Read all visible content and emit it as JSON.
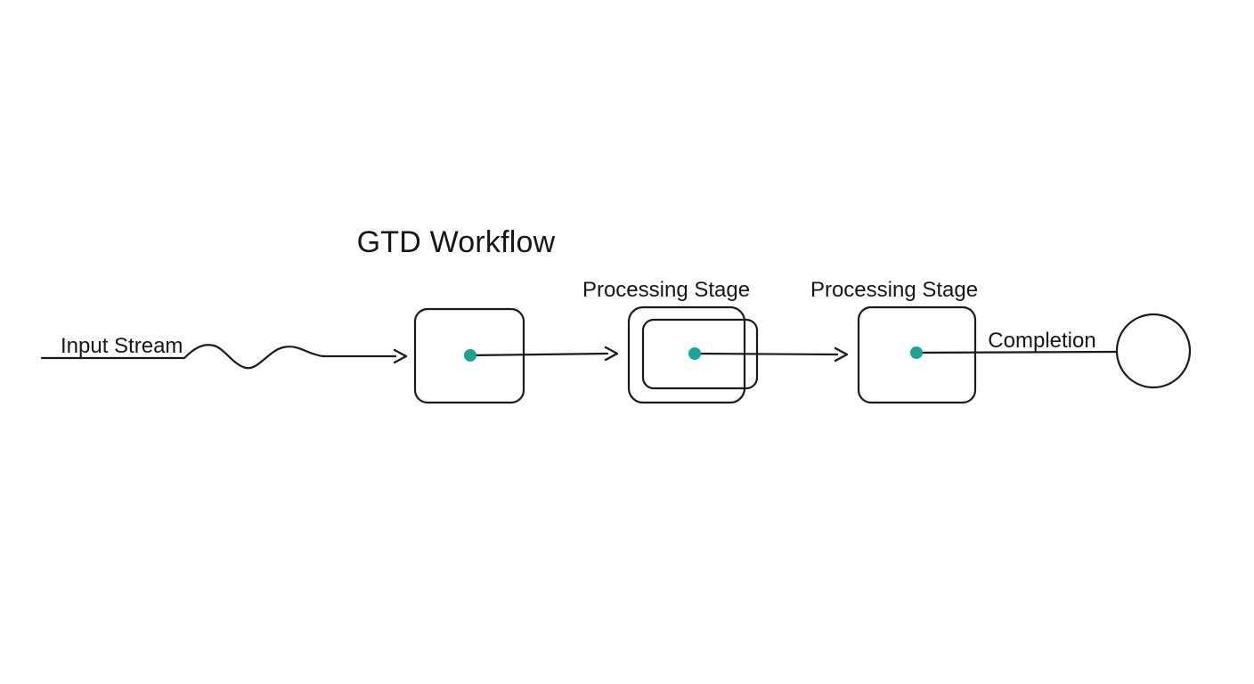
{
  "diagram": {
    "title": "GTD Workflow",
    "colors": {
      "stroke": "#1b1b1b",
      "accent": "#1AA495",
      "text": "#161616",
      "background": "#ffffff"
    },
    "labels": {
      "input_stream": "Input Stream",
      "stage1": "Processing Stage",
      "stage2": "Processing Stage",
      "completion": "Completion"
    },
    "nodes": [
      {
        "id": "capture-box",
        "shape": "rounded-rect",
        "label": ""
      },
      {
        "id": "process-box-1",
        "shape": "double-rounded-rect",
        "label": "Processing Stage"
      },
      {
        "id": "process-box-2",
        "shape": "rounded-rect",
        "label": "Processing Stage"
      },
      {
        "id": "completion-circle",
        "shape": "circle",
        "label": "Completion"
      }
    ],
    "connectors": [
      {
        "from": "input-source",
        "to": "capture-box",
        "style": "wavy-arrow",
        "label": "Input Stream"
      },
      {
        "from": "capture-box",
        "to": "process-box-1",
        "style": "arrow",
        "label": ""
      },
      {
        "from": "process-box-1",
        "to": "process-box-2",
        "style": "arrow",
        "label": ""
      },
      {
        "from": "process-box-2",
        "to": "completion-circle",
        "style": "plain-line",
        "label": "Completion"
      }
    ]
  }
}
